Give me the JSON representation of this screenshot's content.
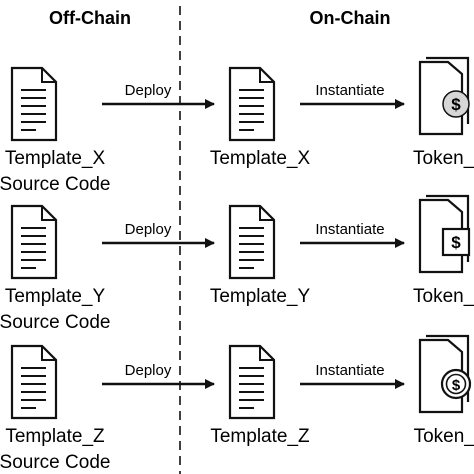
{
  "columns": {
    "off_chain": "Off-Chain",
    "on_chain": "On-Chain"
  },
  "rows": [
    {
      "source_line1": "Template_X",
      "source_line2": "Source Code",
      "deploy_label": "Deploy",
      "template": "Template_X",
      "instantiate_label": "Instantiate",
      "token": "Token_X",
      "token_icon": "dollar-in-circle-icon"
    },
    {
      "source_line1": "Template_Y",
      "source_line2": "Source Code",
      "deploy_label": "Deploy",
      "template": "Template_Y",
      "instantiate_label": "Instantiate",
      "token": "Token_Y",
      "token_icon": "dollar-in-square-icon"
    },
    {
      "source_line1": "Template_Z",
      "source_line2": "Source Code",
      "deploy_label": "Deploy",
      "template": "Template_Z",
      "instantiate_label": "Instantiate",
      "token": "Token_Z",
      "token_icon": "dollar-in-ring-icon"
    }
  ]
}
